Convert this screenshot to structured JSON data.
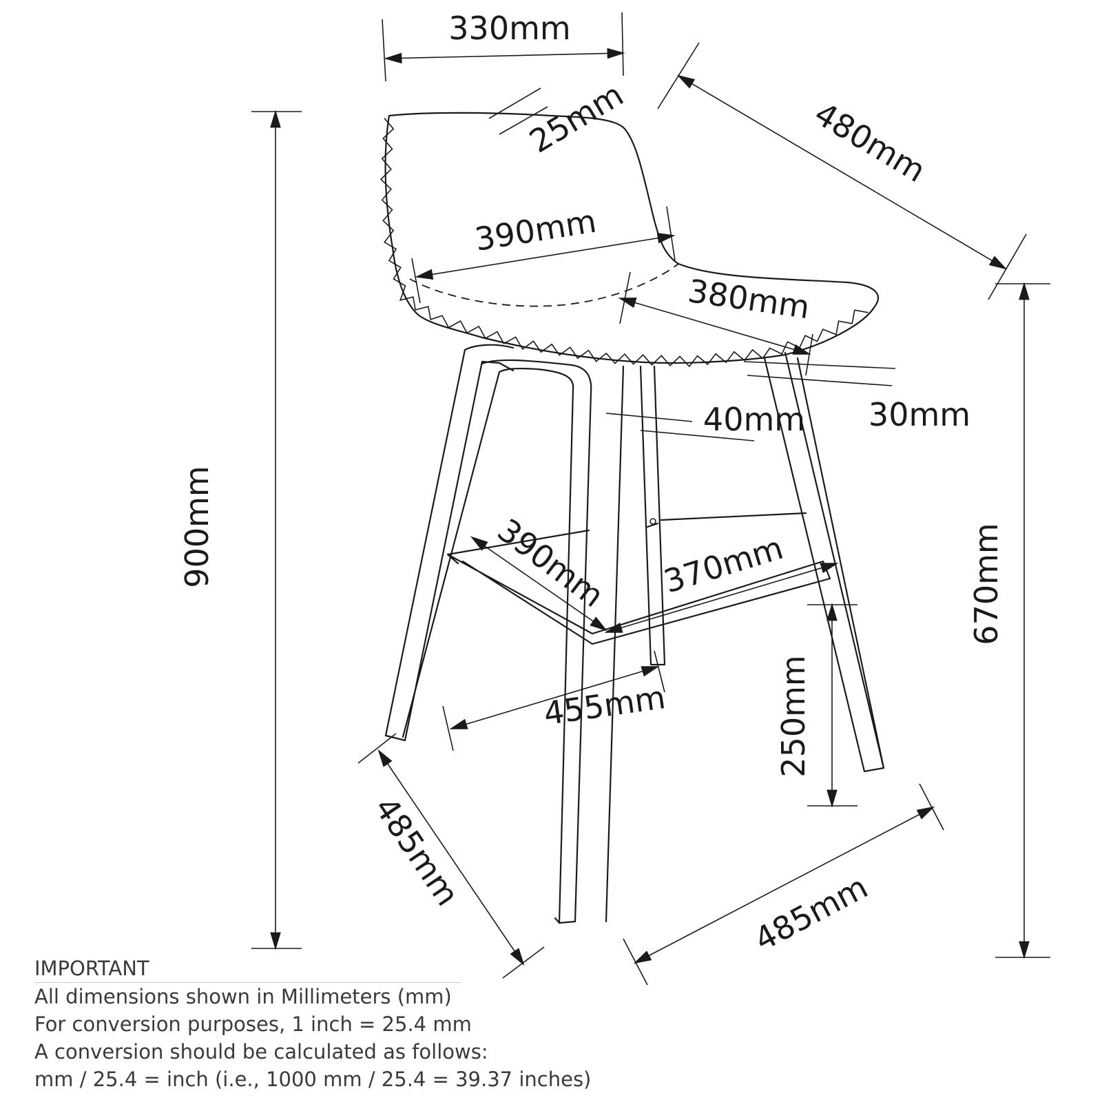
{
  "dimensions": {
    "seat_top_width": "330mm",
    "seat_depth_diagonal": "480mm",
    "backrest_thickness": "25mm",
    "seat_width": "390mm",
    "seat_depth": "380mm",
    "leg_width": "40mm",
    "seat_thickness": "30mm",
    "total_height": "900mm",
    "seat_height": "670mm",
    "footrest_width_left": "390mm",
    "footrest_width_right": "370mm",
    "footrest_height": "250mm",
    "base_width_mid": "455mm",
    "base_depth_left": "485mm",
    "base_width_right": "485mm"
  },
  "notes": {
    "heading": "IMPORTANT",
    "lines": [
      "All dimensions shown in Millimeters (mm)",
      "For conversion purposes, 1 inch = 25.4 mm",
      "A conversion should be calculated as follows:",
      "mm / 25.4 = inch (i.e., 1000 mm / 25.4 = 39.37 inches)"
    ]
  }
}
